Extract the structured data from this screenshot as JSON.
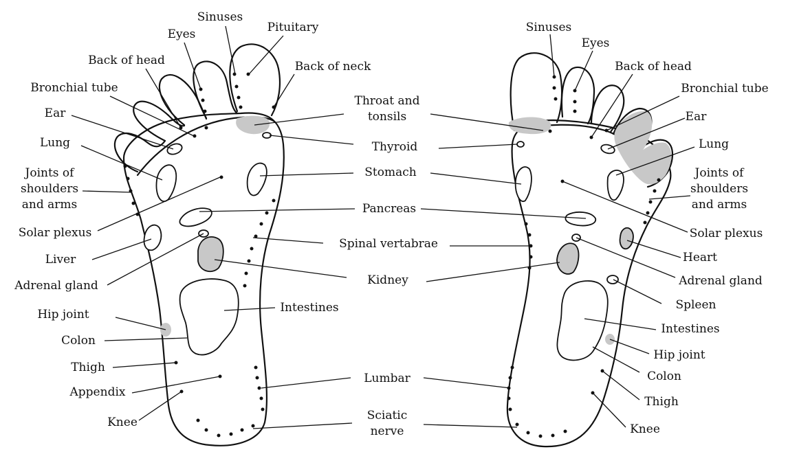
{
  "left_foot": {
    "labels": {
      "sinuses": "Sinuses",
      "pituitary": "Pituitary",
      "eyes": "Eyes",
      "back_of_head": "Back of head",
      "back_of_neck": "Back of neck",
      "bronchial_tube": "Bronchial tube",
      "ear": "Ear",
      "lung": "Lung",
      "joints_1": "Joints of",
      "joints_2": "shoulders",
      "joints_3": "and arms",
      "solar_plexus": "Solar plexus",
      "liver": "Liver",
      "adrenal_gland": "Adrenal gland",
      "hip_joint": "Hip joint",
      "colon": "Colon",
      "thigh": "Thigh",
      "appendix": "Appendix",
      "knee": "Knee"
    }
  },
  "center": {
    "labels": {
      "throat_1": "Throat and",
      "throat_2": "tonsils",
      "thyroid": "Thyroid",
      "stomach": "Stomach",
      "pancreas": "Pancreas",
      "spinal_vertabrae": "Spinal vertabrae",
      "kidney": "Kidney",
      "intestines": "Intestines",
      "lumbar": "Lumbar",
      "sciatic_1": "Sciatic",
      "sciatic_2": "nerve"
    }
  },
  "right_foot": {
    "labels": {
      "sinuses": "Sinuses",
      "eyes": "Eyes",
      "back_of_head": "Back of head",
      "bronchial_tube": "Bronchial tube",
      "ear": "Ear",
      "lung": "Lung",
      "joints_1": "Joints of",
      "joints_2": "shoulders",
      "joints_3": "and arms",
      "solar_plexus": "Solar plexus",
      "heart": "Heart",
      "adrenal_gland": "Adrenal gland",
      "spleen": "Spleen",
      "intestines": "Intestines",
      "hip_joint": "Hip joint",
      "colon": "Colon",
      "thigh": "Thigh",
      "knee": "Knee"
    }
  }
}
